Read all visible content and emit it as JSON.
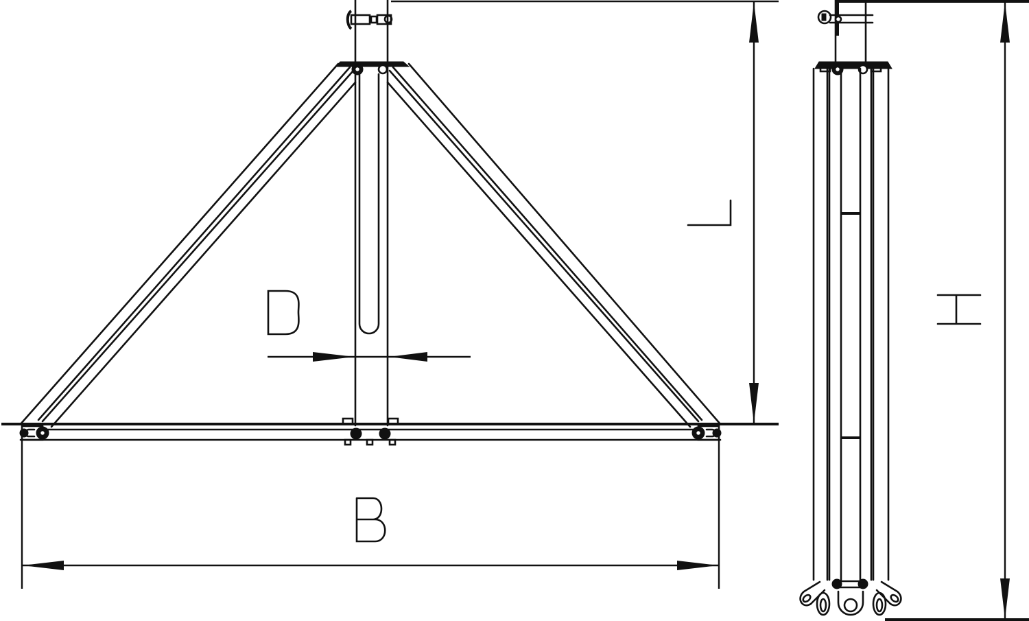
{
  "diagram": {
    "type": "technical-drawing",
    "subject": "tripod stand with front and side views",
    "colors": {
      "line": "#111111",
      "background": "#ffffff"
    },
    "views": [
      {
        "name": "front-view",
        "description": "triangular tripod with central tube, diagonal struts and base rail"
      },
      {
        "name": "side-view",
        "description": "folded legs with top clamp and bottom eyelet feet"
      }
    ],
    "dimensions": {
      "B": {
        "label": "B",
        "meaning": "base width",
        "orientation": "horizontal"
      },
      "D": {
        "label": "D",
        "meaning": "tube diameter",
        "orientation": "horizontal"
      },
      "L": {
        "label": "L",
        "meaning": "leg height",
        "orientation": "vertical-rotated"
      },
      "H": {
        "label": "H",
        "meaning": "overall height",
        "orientation": "vertical-rotated"
      }
    }
  }
}
